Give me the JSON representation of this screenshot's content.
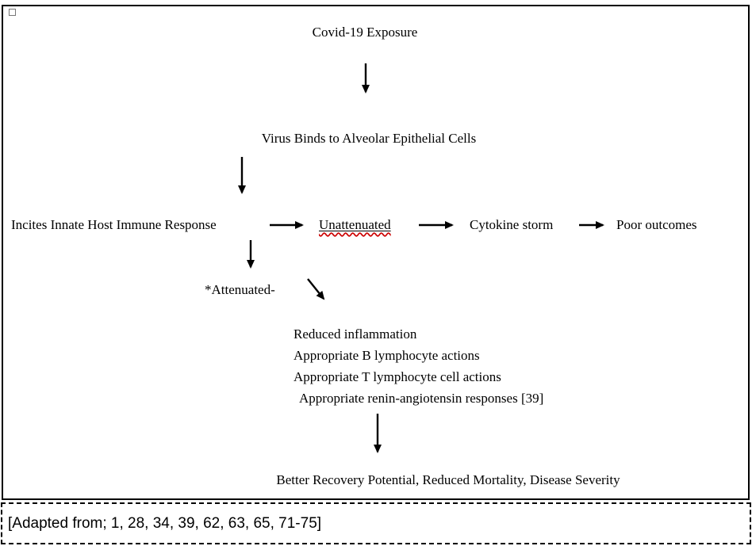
{
  "diagram": {
    "exposure": "Covid-19 Exposure",
    "virus_binds": "Virus Binds to Alveolar Epithelial Cells",
    "incites": "Incites Innate Host Immune Response",
    "unattenuated": "Unattenuated",
    "cytokine_storm": "Cytokine storm",
    "poor_outcomes": "Poor outcomes",
    "attenuated": "*Attenuated-",
    "attenuated_outcomes": [
      "Reduced inflammation",
      "Appropriate B lymphocyte actions",
      "Appropriate T lymphocyte cell actions",
      "Appropriate renin-angiotensin responses [39]"
    ],
    "final_outcome": "Better Recovery Potential, Reduced Mortality, Disease Severity"
  },
  "caption": {
    "text": "[Adapted from; 1, 28, 34, 39, 62, 63, 65, 71-75]"
  },
  "colors": {
    "ink": "#000000",
    "spellcheck_red": "#cc0000"
  }
}
